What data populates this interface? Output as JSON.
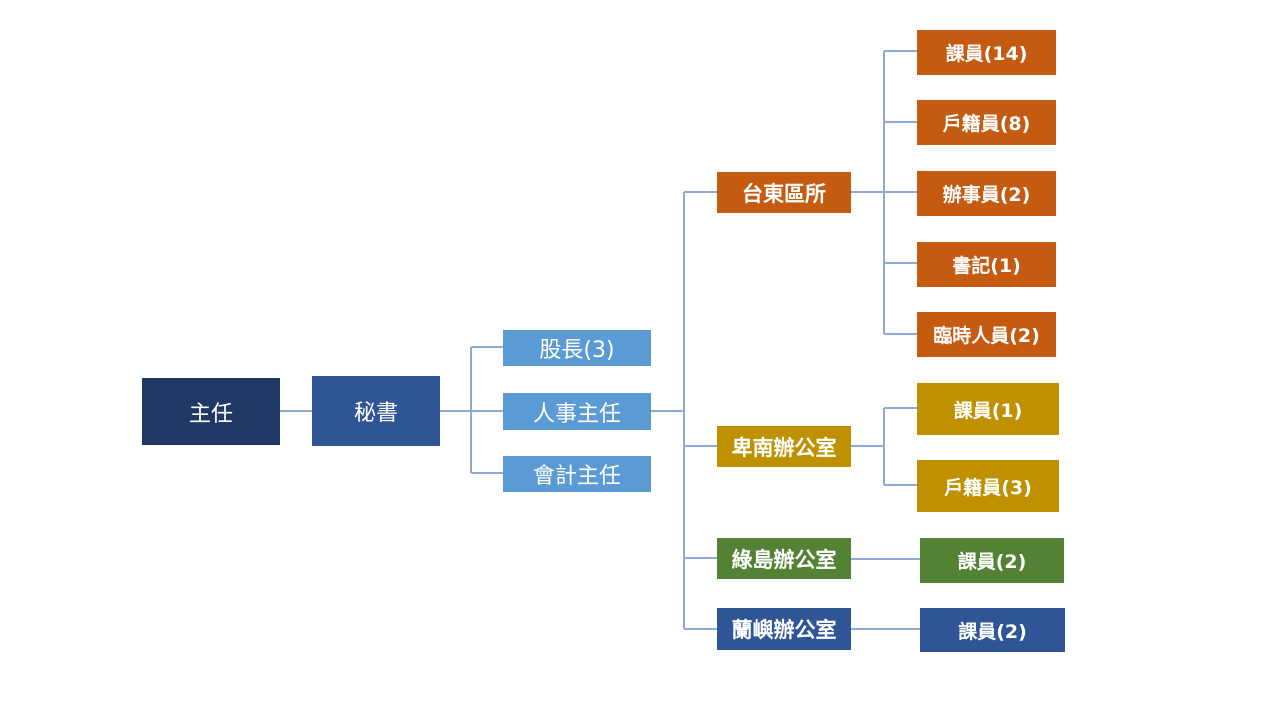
{
  "colors": {
    "director": "#203864",
    "secretary": "#2f5597",
    "staff": "#5b9bd5",
    "taitung": "#c55a11",
    "beinan": "#bf9000",
    "ludao": "#548235",
    "lanyu": "#2f5597",
    "connector": "#8eaadb"
  },
  "nodes": {
    "director": "主任",
    "secretary": "秘書",
    "section_chief": "股長(3)",
    "personnel_director": "人事主任",
    "accounting_director": "會計主任",
    "taitung_office": "台東區所",
    "taitung_clerk": "課員(14)",
    "taitung_registrar": "戶籍員(8)",
    "taitung_officer": "辦事員(2)",
    "taitung_secretary": "書記(1)",
    "taitung_temp": "臨時人員(2)",
    "beinan_office": "卑南辦公室",
    "beinan_clerk": "課員(1)",
    "beinan_registrar": "戶籍員(3)",
    "ludao_office": "綠島辦公室",
    "ludao_clerk": "課員(2)",
    "lanyu_office": "蘭嶼辦公室",
    "lanyu_clerk": "課員(2)"
  }
}
